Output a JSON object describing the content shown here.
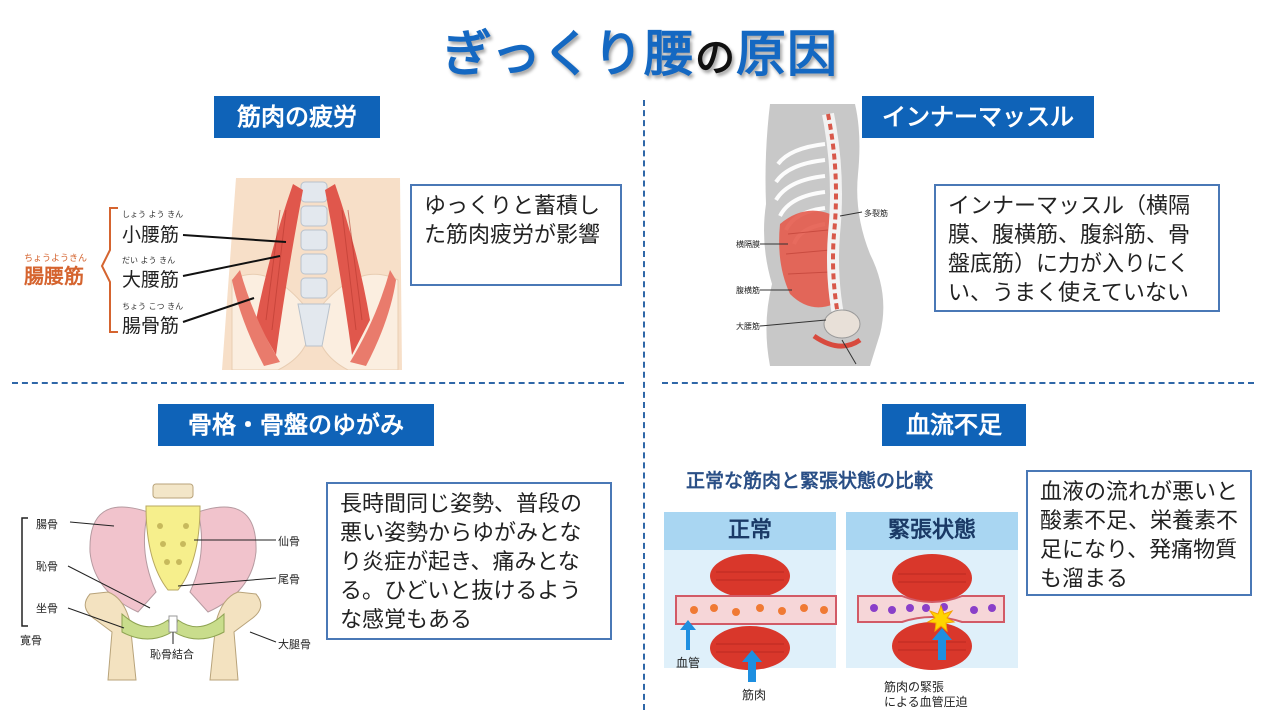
{
  "title": {
    "main": "ぎっくり腰",
    "particle": "の",
    "rest": "原因"
  },
  "q1": {
    "label": "筋肉の疲労",
    "text": "ゆっくりと蓄積した筋肉疲労が影響",
    "group": "腸腰筋",
    "group_ruby": "ちょうようきん",
    "muscles": [
      {
        "name": "小腰筋",
        "ruby": "しょう よう きん"
      },
      {
        "name": "大腰筋",
        "ruby": "だい よう きん"
      },
      {
        "name": "腸骨筋",
        "ruby": "ちょう こつ きん"
      }
    ]
  },
  "q2": {
    "label": "インナーマッスル",
    "text": "インナーマッスル（横隔膜、腹横筋、腹斜筋、骨盤底筋）に力が入りにくい、うまく使えていない",
    "fig_labels": [
      "多裂筋",
      "横隔膜",
      "腹横筋",
      "大腰筋"
    ]
  },
  "q3": {
    "label": "骨格・骨盤のゆがみ",
    "text": "長時間同じ姿勢、普段の悪い姿勢からゆがみとなり炎症が起き、痛みとなる。ひどいと抜けるような感覚もある",
    "fig_labels": {
      "ilium": "腸骨",
      "pubis": "恥骨",
      "ischium": "坐骨",
      "coxa": "寛骨",
      "sacrum": "仙骨",
      "coccyx": "尾骨",
      "femur": "大腿骨",
      "symphysis": "恥骨結合"
    }
  },
  "q4": {
    "label": "血流不足",
    "text": "血液の流れが悪いと酸素不足、栄養素不足になり、発痛物質も溜まる",
    "fig_title": "正常な筋肉と緊張状態の比較",
    "normal": "正常",
    "tense": "緊張状態",
    "vessel": "血管",
    "muscle": "筋肉",
    "compress1": "筋肉の緊張",
    "compress2": "による血管圧迫"
  },
  "colors": {
    "accent": "#0f63b8",
    "title": "#1468c2",
    "muscle": "#d9372b"
  }
}
